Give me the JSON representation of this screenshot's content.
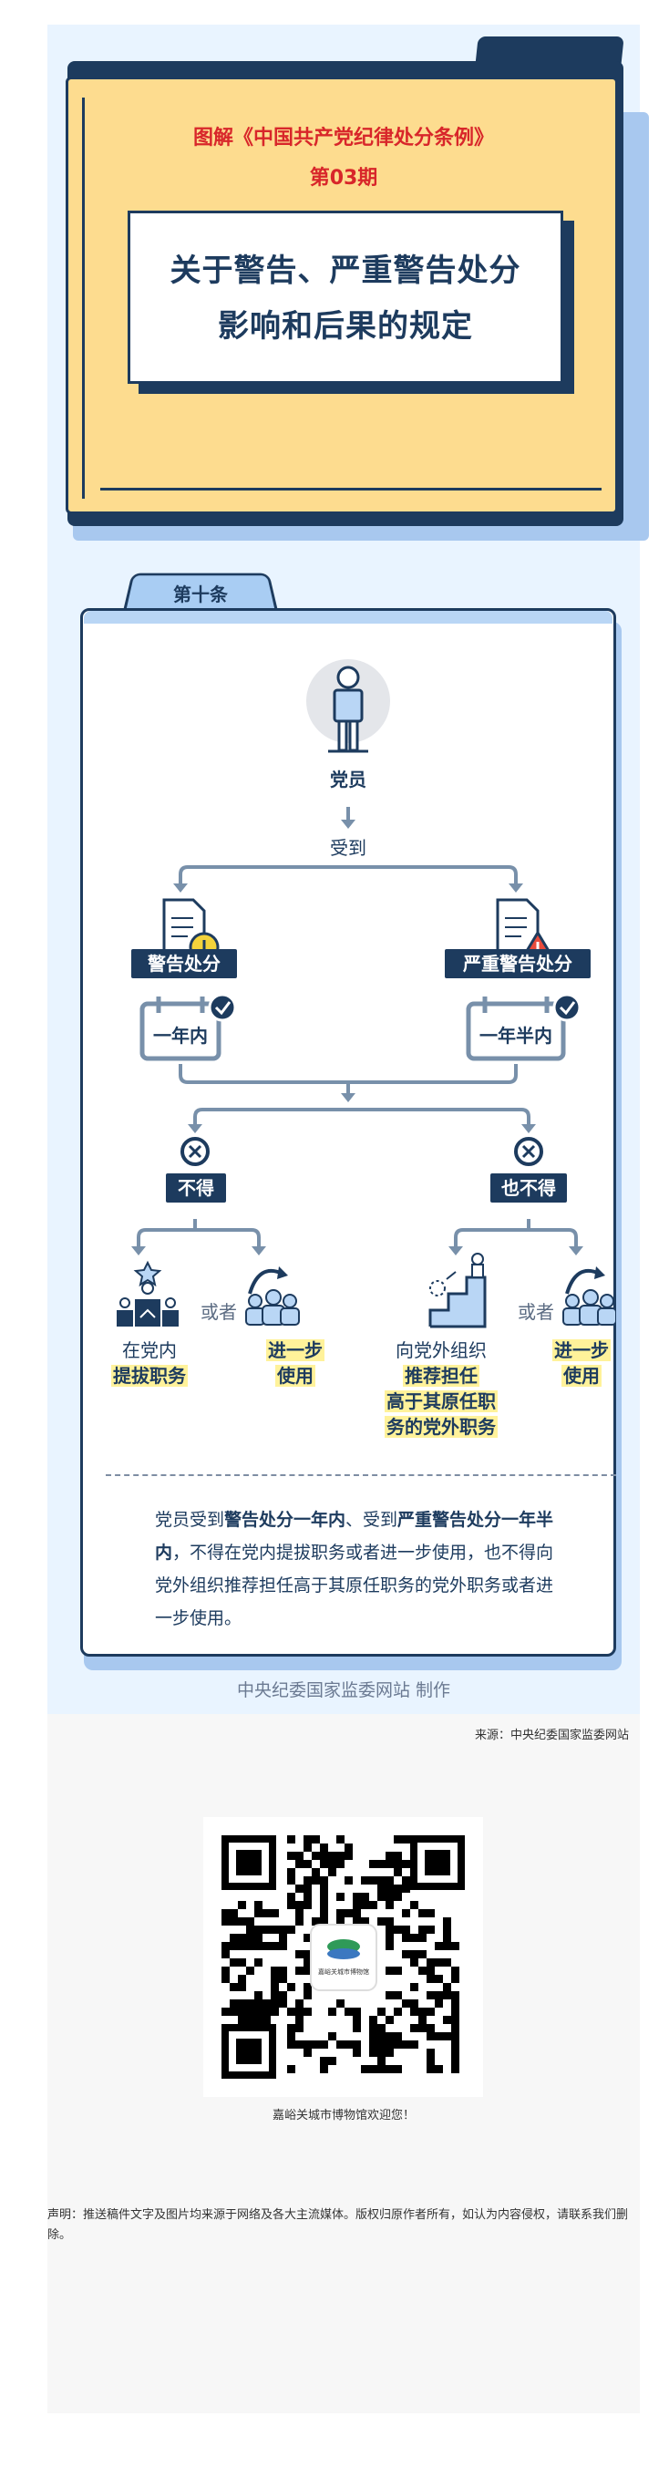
{
  "header": {
    "series_title": "图解《中国共产党纪律处分条例》",
    "issue": "第03期",
    "main_title_line1": "关于警告、严重警告处分",
    "main_title_line2": "影响和后果的规定"
  },
  "article": {
    "tab_label": "第十条",
    "subject": "党员",
    "receives": "受到",
    "left_penalty": "警告处分",
    "left_duration": "一年内",
    "right_penalty": "严重警告处分",
    "right_duration": "一年半内",
    "left_prohibition": "不得",
    "right_prohibition": "也不得",
    "or": "或者",
    "left_a_line1": "在党内",
    "left_a_line2": "提拔职务",
    "left_b_line1": "进一步",
    "left_b_line2": "使用",
    "right_a_line1": "向党外组织",
    "right_a_line2": "推荐担任",
    "right_a_line3": "高于其原任职",
    "right_a_line4": "务的党外职务",
    "right_b_line1": "进一步",
    "right_b_line2": "使用"
  },
  "summary": {
    "p1": "党员受到",
    "b1": "警告处分一年内",
    "p2": "、受到",
    "b2": "严重警告处分一年半内",
    "p3": "，不得在党内提拔职务或者进一步使用，也不得向党外组织推荐担任高于其原任职务的党外职务或者进一步使用。"
  },
  "credit": "中央纪委国家监委网站 制作",
  "source": "来源：中央纪委国家监委网站",
  "qr": {
    "logo_text": "嘉峪关城市博物馆",
    "caption": "嘉峪关城市博物馆欢迎您！"
  },
  "disclaimer": "声明：推送稿件文字及图片均来源于网络及各大主流媒体。版权归原作者所有，如认为内容侵权，请联系我们删除。",
  "colors": {
    "navy": "#1d3b5e",
    "folder_yellow": "#fddc8f",
    "title_red": "#d8262a",
    "highlight": "#fff29a",
    "panel_blue": "#e9f4ff"
  }
}
